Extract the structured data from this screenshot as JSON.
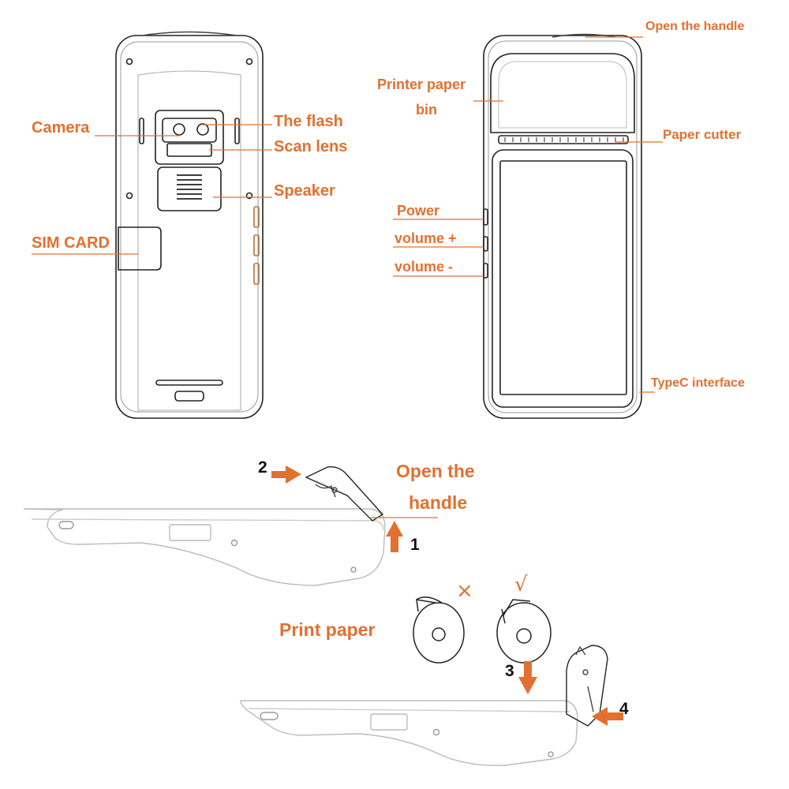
{
  "colors": {
    "accent": "#e2702f",
    "outline": "#222222",
    "light": "#bbbbbb"
  },
  "back_view": {
    "camera": "Camera",
    "flash": "The flash",
    "scan_lens": "Scan lens",
    "speaker": "Speaker",
    "sim_card": "SIM CARD"
  },
  "front_view": {
    "open_handle": "Open the handle",
    "printer_bin_line1": "Printer paper",
    "printer_bin_line2": "bin",
    "paper_cutter": "Paper cutter",
    "power": "Power",
    "volume_up": "volume +",
    "volume_down": "volume -",
    "typec": "TypeC interface"
  },
  "steps": {
    "open_line1": "Open the",
    "open_line2": "handle",
    "step1": "1",
    "step2": "2",
    "step3": "3",
    "step4": "4",
    "print_paper": "Print paper",
    "wrong_mark": "×",
    "right_mark": "√"
  }
}
